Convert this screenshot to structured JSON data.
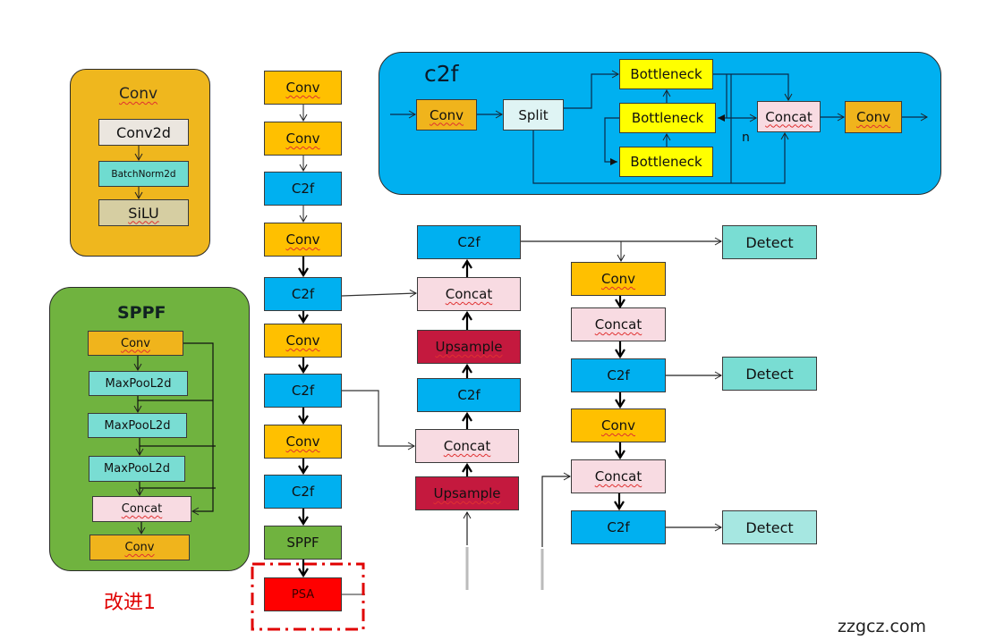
{
  "conv_panel": {
    "title": "Conv",
    "blocks": [
      "Conv2d",
      "BatchNorm2d",
      "SiLU"
    ]
  },
  "sppf_panel": {
    "title": "SPPF",
    "blocks": [
      "Conv",
      "MaxPooL2d",
      "MaxPooL2d",
      "MaxPooL2d",
      "Concat",
      "Conv"
    ]
  },
  "c2f_panel": {
    "title": "c2f",
    "conv_in": "Conv",
    "split": "Split",
    "bottlenecks": [
      "Bottleneck",
      "Bottleneck",
      "Bottleneck"
    ],
    "concat": "Concat",
    "conv_out": "Conv",
    "n_label": "n"
  },
  "backbone": [
    "Conv",
    "Conv",
    "C2f",
    "Conv",
    "C2f",
    "Conv",
    "C2f",
    "Conv",
    "C2f",
    "SPPF",
    "PSA"
  ],
  "neck_up": [
    "C2f",
    "Concat",
    "Upsample",
    "C2f",
    "Concat",
    "Upsample"
  ],
  "neck_down": [
    "Conv",
    "Concat",
    "C2f",
    "Conv",
    "Concat",
    "C2f"
  ],
  "heads": [
    "Detect",
    "Detect",
    "Detect"
  ],
  "annotation": "改进1",
  "watermark": "zzgcz.com",
  "colors": {
    "conv": "#ffc000",
    "c2f": "#00b0f0",
    "concat": "#f8dbe2",
    "upsample": "#c4193e",
    "detect": "#79ddd3",
    "sppf": "#70b33f",
    "psa": "#ff0000",
    "bottleneck": "#ffff00",
    "highlight": "#e00000"
  }
}
